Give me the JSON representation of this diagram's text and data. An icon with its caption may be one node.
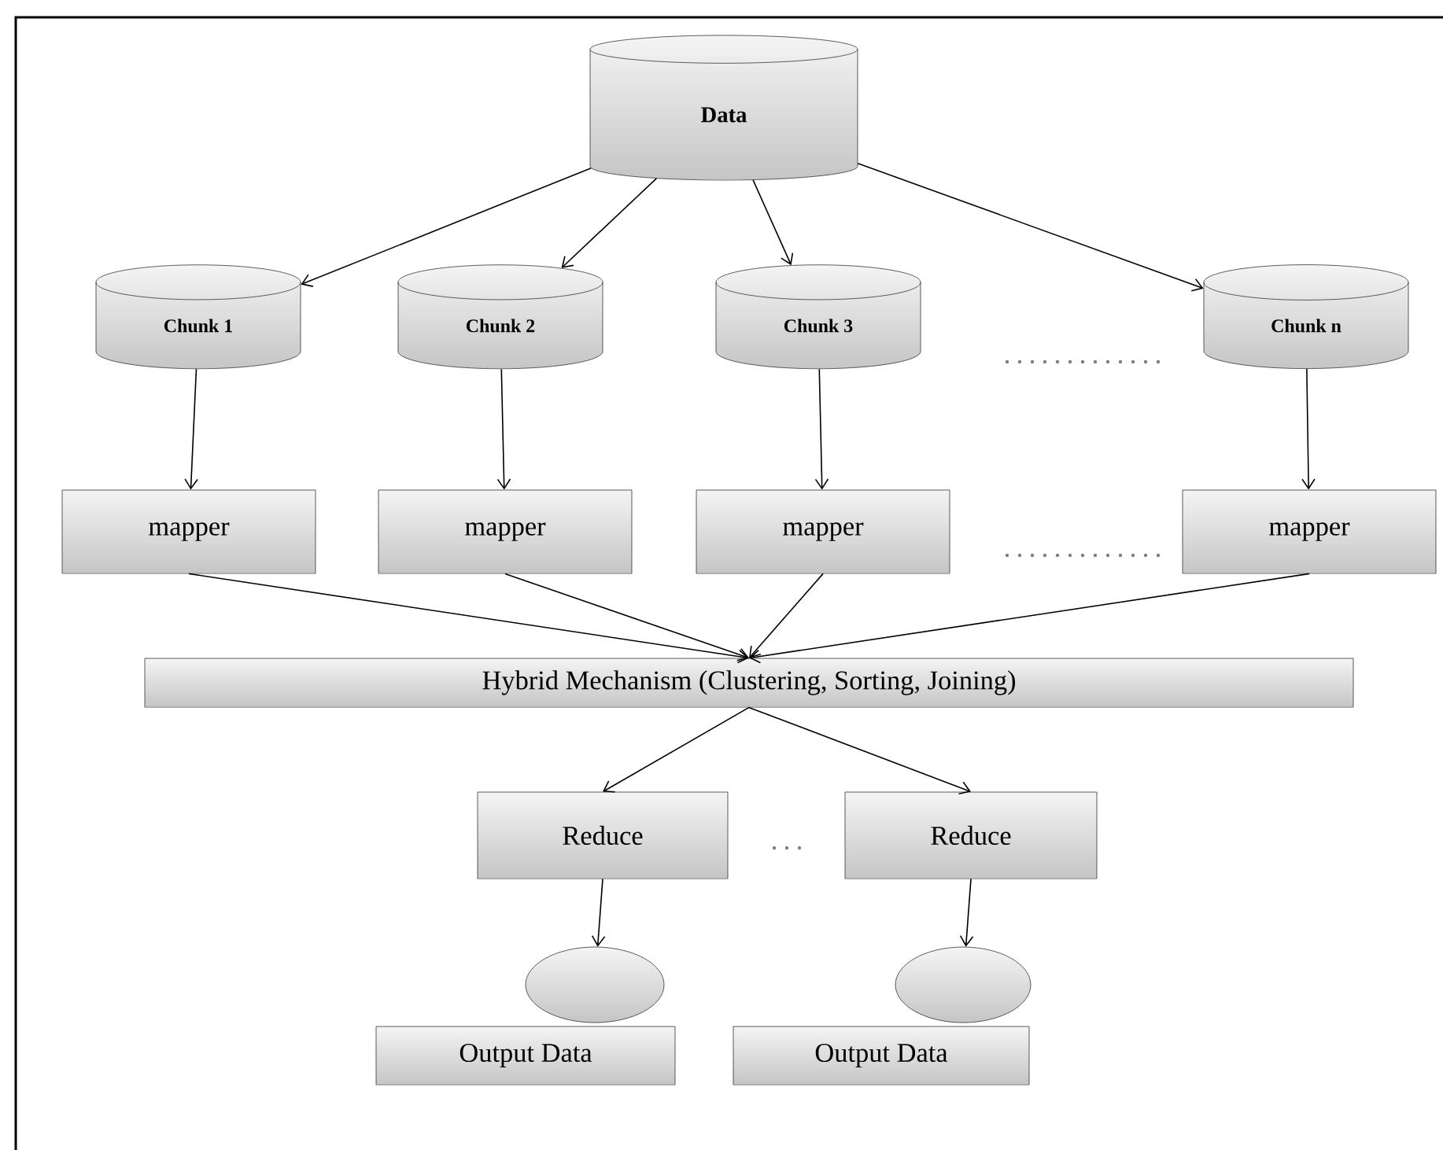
{
  "diagram": {
    "nodes": [
      {
        "text": [
          "Data"
        ]
      },
      {
        "text": [
          "Chunk 1"
        ]
      },
      {
        "text": [
          "Chunk 2"
        ]
      },
      {
        "text": [
          "Chunk 3"
        ]
      },
      {
        "text": [
          "Chunk n"
        ]
      },
      {
        "text": [
          "mapper"
        ]
      },
      {
        "text": [
          "mapper"
        ]
      },
      {
        "text": [
          "mapper"
        ]
      },
      {
        "text": [
          "mapper"
        ]
      },
      {
        "text": [
          "Hybrid Mechanism (Clustering, Sorting, Joining)"
        ]
      },
      {
        "text": [
          "Reduce"
        ]
      },
      {
        "text": [
          "Reduce"
        ]
      },
      {
        "text": [],
        "shape": "ellipse"
      },
      {
        "text": [],
        "shape": "ellipse"
      },
      {
        "text": [
          "Output Data"
        ]
      },
      {
        "text": [
          "Output Data"
        ]
      }
    ],
    "edges": [
      {
        "from": 0,
        "to": 1,
        "arrow": "to"
      },
      {
        "from": 0,
        "to": 2,
        "arrow": "to"
      },
      {
        "from": 0,
        "to": 3,
        "arrow": "to"
      },
      {
        "from": 0,
        "to": 4,
        "arrow": "to"
      },
      {
        "from": 1,
        "to": 5,
        "arrow": "to"
      },
      {
        "from": 2,
        "to": 6,
        "arrow": "to"
      },
      {
        "from": 3,
        "to": 7,
        "arrow": "to"
      },
      {
        "from": 4,
        "to": 8,
        "arrow": "to"
      },
      {
        "from": 5,
        "to": 9,
        "arrow": "to"
      },
      {
        "from": 6,
        "to": 9,
        "arrow": "to"
      },
      {
        "from": 7,
        "to": 9,
        "arrow": "to"
      },
      {
        "from": 8,
        "to": 9,
        "arrow": "to"
      },
      {
        "from": 9,
        "to": 10,
        "arrow": "to"
      },
      {
        "from": 9,
        "to": 11,
        "arrow": "to"
      },
      {
        "from": 10,
        "to": 12,
        "arrow": "to"
      },
      {
        "from": 11,
        "to": 13,
        "arrow": "to"
      }
    ]
  }
}
